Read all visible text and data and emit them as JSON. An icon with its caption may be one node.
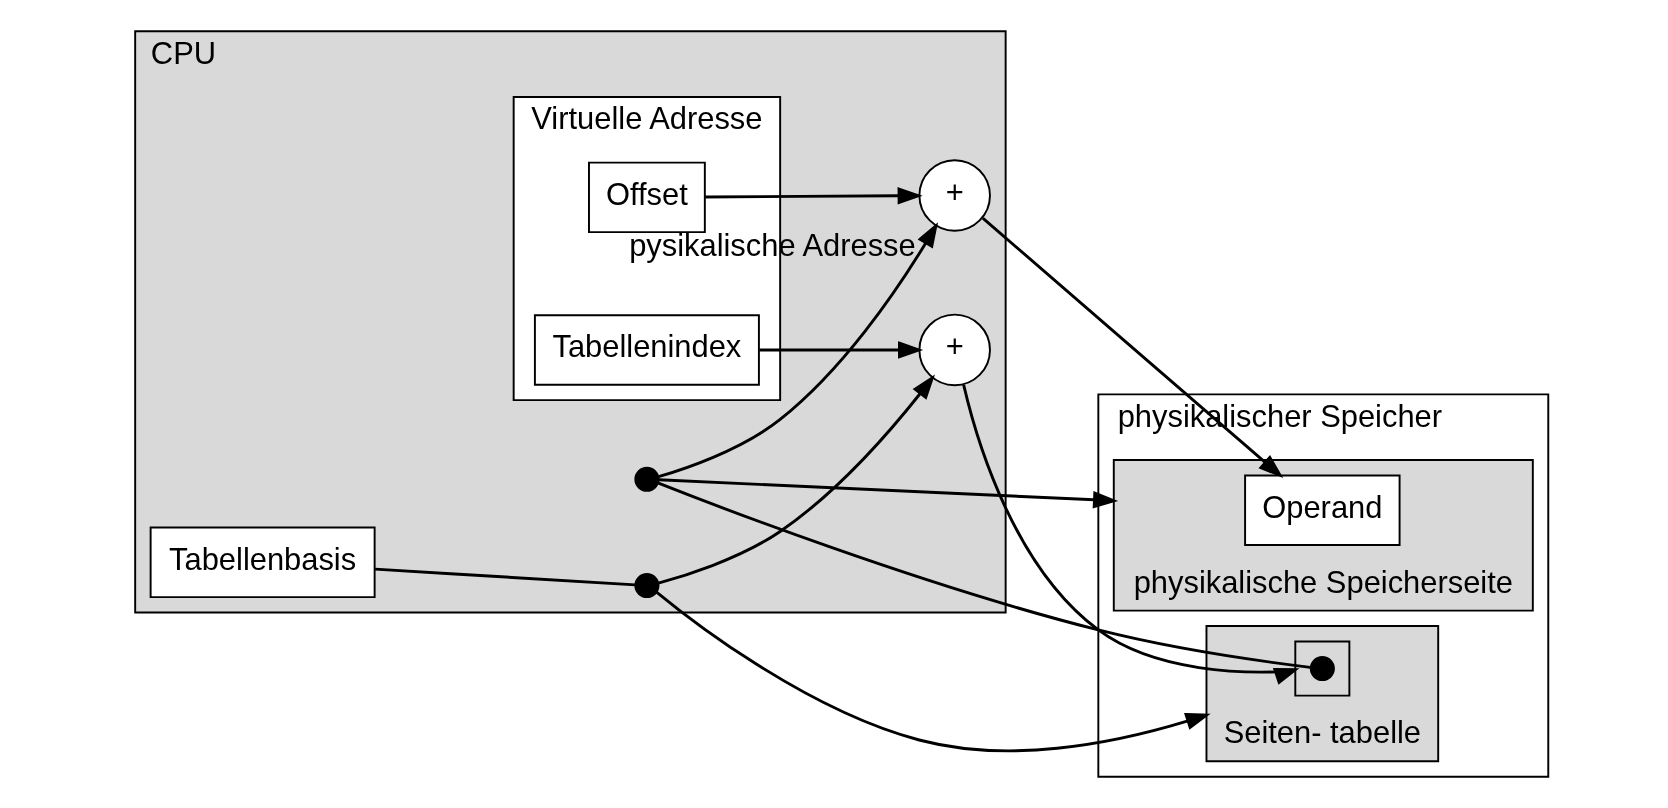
{
  "diagram": {
    "nodes": [
      {
        "text": [
          "CPU"
        ]
      },
      {
        "text": [
          "Virtuelle Adresse"
        ],
        "in": 0
      },
      {
        "text": [
          "Tabellenindex"
        ],
        "in": 1
      },
      {
        "text": [
          "Offset"
        ],
        "in": 1
      },
      {
        "text": [
          "+"
        ],
        "beside": [
          "pysikalische Adresse"
        ],
        "in": 0
      },
      {
        "text": [],
        "shape": "circle",
        "in": 0
      },
      {
        "text": [
          "+"
        ],
        "in": 0
      },
      {
        "text": [],
        "shape": "circle",
        "in": 0
      },
      {
        "text": [
          "Tabellenbasis"
        ],
        "in": 0
      },
      {
        "text": [
          "physikalischer Speicher"
        ]
      },
      {
        "text": [],
        "shape": "box",
        "beside": [
          "physikalische Speicherseite"
        ],
        "in": 9
      },
      {
        "text": [
          "Operand"
        ],
        "in": 10
      },
      {
        "text": [],
        "shape": "box",
        "beside": [
          "Seiten- tabelle"
        ],
        "in": 9
      },
      {
        "text": [],
        "shape": "box",
        "in": 12
      },
      {
        "text": [],
        "shape": "circle",
        "in": 13
      }
    ],
    "edges": [
      {
        "from": 2,
        "to": 6,
        "arrow": "to"
      },
      {
        "from": 3,
        "to": 4,
        "arrow": "to"
      },
      {
        "from": 5,
        "to": 4,
        "arrow": "to"
      },
      {
        "from": 4,
        "to": 11,
        "arrow": "to"
      },
      {
        "from": 5,
        "to": 10,
        "arrow": "to"
      },
      {
        "from": 14,
        "to": 5,
        "arrow": "none"
      },
      {
        "from": 6,
        "to": 13,
        "arrow": "to"
      },
      {
        "from": 8,
        "to": 7,
        "arrow": "none"
      },
      {
        "from": 7,
        "to": 6,
        "arrow": "to"
      },
      {
        "from": 7,
        "to": 12,
        "arrow": "to"
      }
    ]
  }
}
